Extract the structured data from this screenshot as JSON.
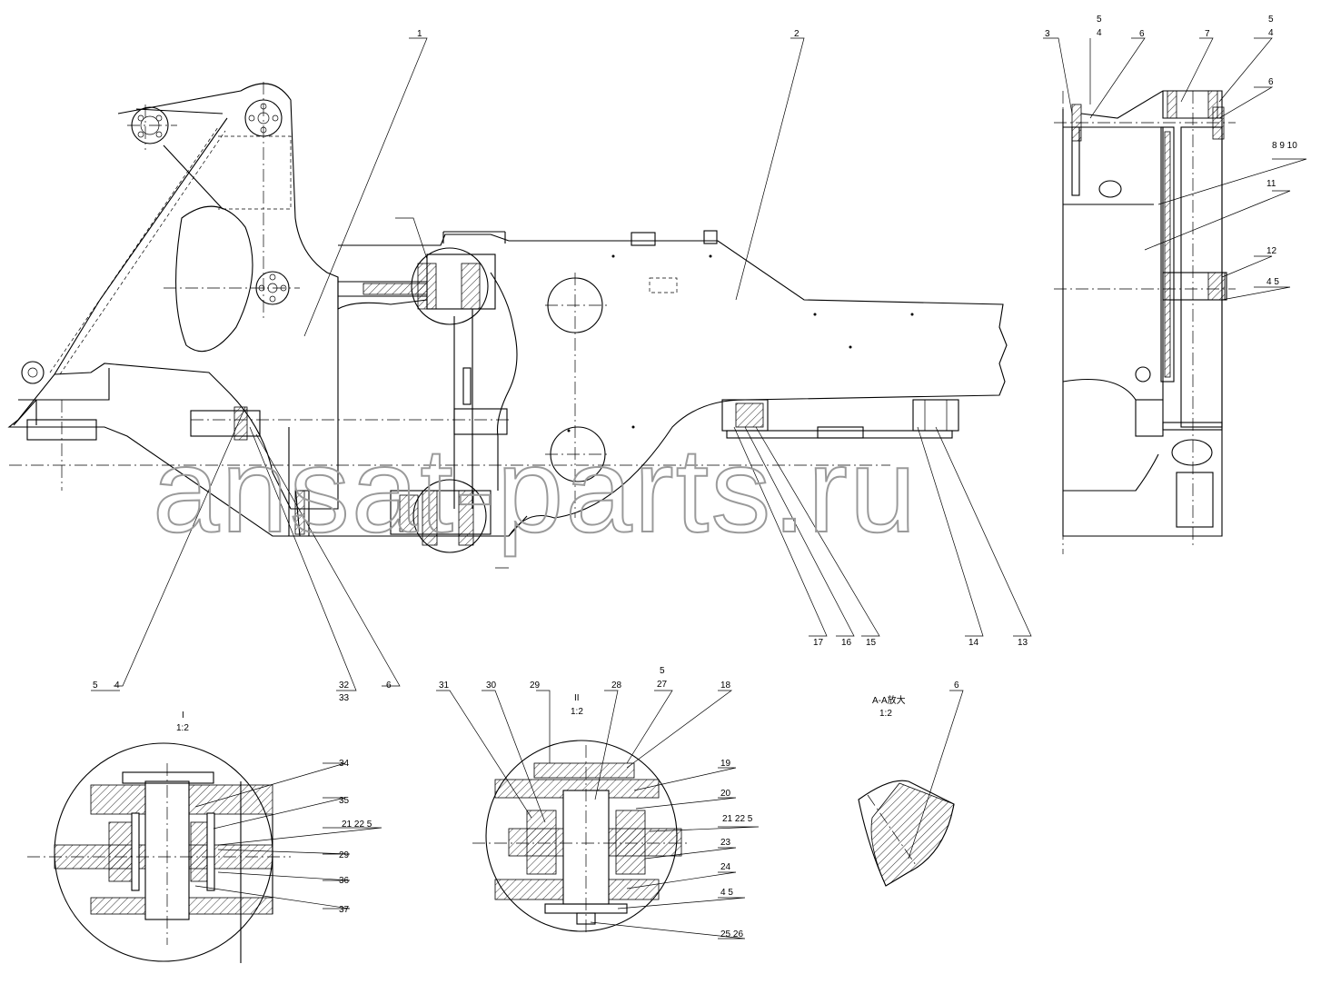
{
  "watermark": "ansat-parts.ru",
  "callouts": {
    "c1": "1",
    "c2": "2",
    "c3": "3",
    "c4a": "4",
    "c5a": "5",
    "c6a": "6",
    "c7": "7",
    "c5b": "5",
    "c4b": "4",
    "c6b": "6",
    "c8_9_10": "8  9  10",
    "c11": "11",
    "c12": "12",
    "c4_5r": "4  5",
    "c17": "17",
    "c16": "16",
    "c15": "15",
    "c14": "14",
    "c13": "13",
    "c32": "32",
    "c33": "33",
    "c6c": "6",
    "c4c": "4",
    "c5_4": "5",
    "c34": "34",
    "c35": "35",
    "c21_22_5a": "21  22  5",
    "c29a": "29",
    "c36": "36",
    "c37": "37",
    "c31": "31",
    "c30": "30",
    "c29b": "29",
    "c28": "28",
    "c5_27a": "5",
    "c5_27b": "27",
    "c18": "18",
    "c19": "19",
    "c20": "20",
    "c21_22_5b": "21  22  5",
    "c23": "23",
    "c24": "24",
    "c4_5b": "4   5",
    "c25_26": "25  26",
    "c6d": "6"
  },
  "views": {
    "detail_1_label": "I",
    "detail_1_scale": "1:2",
    "detail_2_label": "II",
    "detail_2_scale": "1:2",
    "section_label": "A-A放大",
    "section_scale": "1:2"
  }
}
